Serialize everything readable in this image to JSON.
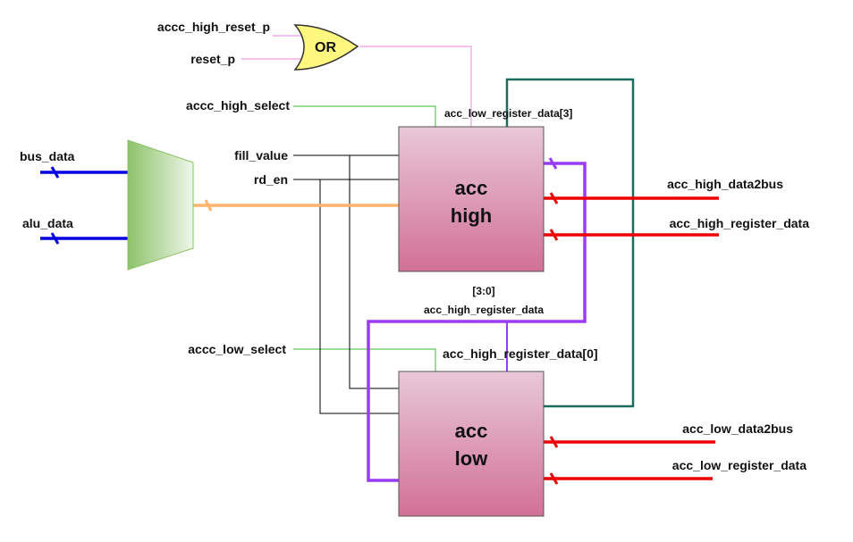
{
  "blocks": {
    "acc_high": {
      "line1": "acc",
      "line2": "high"
    },
    "acc_low": {
      "line1": "acc",
      "line2": "low"
    },
    "or_gate": "OR"
  },
  "labels": {
    "accc_high_reset_p": "accc_high_reset_p",
    "reset_p": "reset_p",
    "accc_high_select": "accc_high_select",
    "acc_low_register_data_3": "acc_low_register_data[3]",
    "bus_data": "bus_data",
    "alu_data": "alu_data",
    "fill_value": "fill_value",
    "rd_en": "rd_en",
    "acc_high_data2bus": "acc_high_data2bus",
    "acc_high_register_data": "acc_high_register_data",
    "slice_range": "[3:0]",
    "slice_name": "acc_high_register_data",
    "accc_low_select": "accc_low_select",
    "acc_high_register_data_0": "acc_high_register_data[0]",
    "acc_low_data2bus": "acc_low_data2bus",
    "acc_low_register_data": "acc_low_register_data"
  },
  "colors": {
    "block_top": "#e8c8d8",
    "block_bottom": "#d27096",
    "mux_left": "#8cc26a",
    "mux_right": "#eef7e8",
    "or_fill": "#fff87f",
    "wire_blue": "#0000e0",
    "wire_red": "#ee0000",
    "wire_purple": "#9a3cf5",
    "wire_orange": "#ffb36b",
    "wire_teal": "#1b6b5e",
    "wire_green": "#33bb33",
    "wire_pink": "#f09ce8",
    "wire_black": "#000000"
  }
}
